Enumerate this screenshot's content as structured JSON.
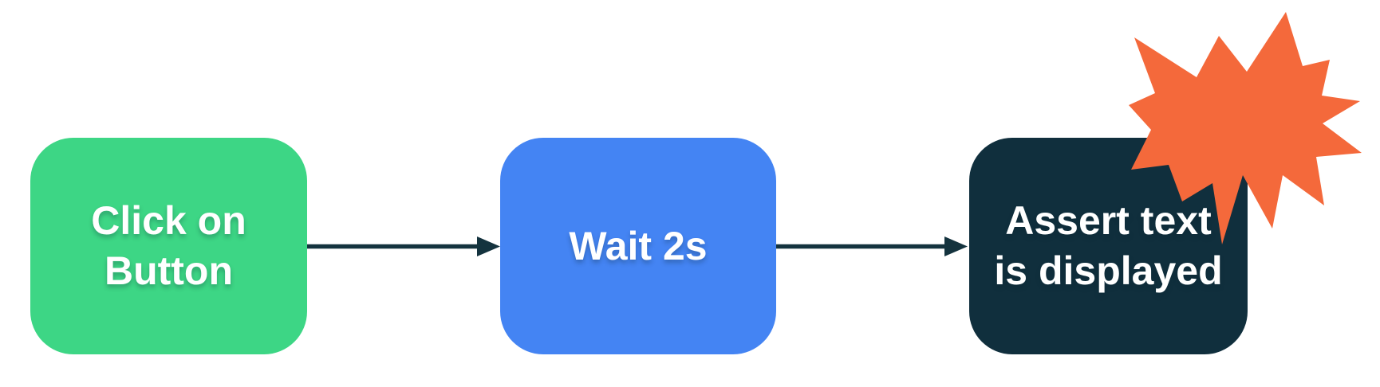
{
  "diagram": {
    "background_color": "#FFFFFF",
    "connector_color": "#14333E",
    "nodes": [
      {
        "id": "click-on-button",
        "label": "Click on\nButton",
        "color": "#3DD685",
        "text_color": "#FFFFFF"
      },
      {
        "id": "wait-2s",
        "label": "Wait 2s",
        "color": "#4484F3",
        "text_color": "#FFFFFF"
      },
      {
        "id": "assert-text-displayed",
        "label": "Assert text\nis displayed",
        "color": "#102F3D",
        "text_color": "#FFFFFF"
      }
    ],
    "connectors": [
      {
        "from": "click-on-button",
        "to": "wait-2s"
      },
      {
        "from": "wait-2s",
        "to": "assert-text-displayed"
      }
    ],
    "badge": {
      "icon": "starburst-icon",
      "color": "#F4693B"
    }
  }
}
